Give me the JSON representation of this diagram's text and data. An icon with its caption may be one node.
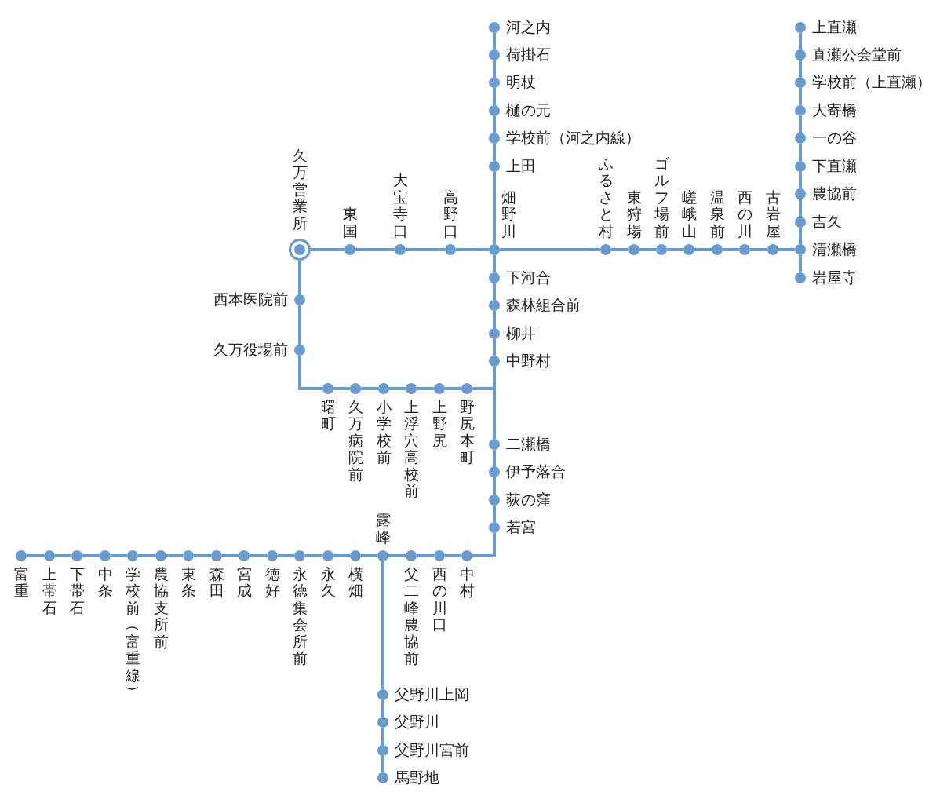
{
  "diagram": {
    "nodes": [
      {
        "text": [
          "河之内"
        ]
      },
      {
        "text": [
          "荷掛石"
        ]
      },
      {
        "text": [
          "明杖"
        ]
      },
      {
        "text": [
          "樋の元"
        ]
      },
      {
        "text": [
          "学校前（河之内線）"
        ]
      },
      {
        "text": [
          "上田"
        ]
      },
      {
        "text": [
          "上直瀬"
        ]
      },
      {
        "text": [
          "直瀬公会堂前"
        ]
      },
      {
        "text": [
          "学校前（上直瀬）"
        ]
      },
      {
        "text": [
          "大寄橋"
        ]
      },
      {
        "text": [
          "一の谷"
        ]
      },
      {
        "text": [
          "下直瀬"
        ]
      },
      {
        "text": [
          "農協前"
        ]
      },
      {
        "text": [
          "吉久"
        ]
      },
      {
        "text": [
          "久万営業所"
        ]
      },
      {
        "text": [
          "東国"
        ]
      },
      {
        "text": [
          "大宝寺口"
        ]
      },
      {
        "text": [
          "高野口"
        ]
      },
      {
        "text": [
          "畑野川"
        ]
      },
      {
        "text": [
          "ふるさと村"
        ]
      },
      {
        "text": [
          "東狩場"
        ]
      },
      {
        "text": [
          "ゴルフ場前"
        ]
      },
      {
        "text": [
          "嵯峨山"
        ]
      },
      {
        "text": [
          "温泉前"
        ]
      },
      {
        "text": [
          "西の川"
        ]
      },
      {
        "text": [
          "古岩屋"
        ]
      },
      {
        "text": [
          "清瀬橋"
        ]
      },
      {
        "text": [
          "岩屋寺"
        ]
      },
      {
        "text": [
          "下河合"
        ]
      },
      {
        "text": [
          "森林組合前"
        ]
      },
      {
        "text": [
          "西本医院前"
        ]
      },
      {
        "text": [
          "柳井"
        ]
      },
      {
        "text": [
          "久万役場前"
        ]
      },
      {
        "text": [
          "中野村"
        ]
      },
      {
        "text": [
          "曙町"
        ]
      },
      {
        "text": [
          "久万病院前"
        ]
      },
      {
        "text": [
          "小学校前"
        ]
      },
      {
        "text": [
          "上浮穴高校前"
        ]
      },
      {
        "text": [
          "上野尻"
        ]
      },
      {
        "text": [
          "野尻本町"
        ]
      },
      {
        "text": [
          "二瀬橋"
        ]
      },
      {
        "text": [
          "伊予落合"
        ]
      },
      {
        "text": [
          "荻の窪"
        ]
      },
      {
        "text": [
          "若宮"
        ]
      },
      {
        "text": [
          "露峰"
        ]
      },
      {
        "text": [
          "富重"
        ]
      },
      {
        "text": [
          "上帯石"
        ]
      },
      {
        "text": [
          "下帯石"
        ]
      },
      {
        "text": [
          "中条"
        ]
      },
      {
        "text": [
          "学校前（富重線）"
        ]
      },
      {
        "text": [
          "農協支所前"
        ]
      },
      {
        "text": [
          "東条"
        ]
      },
      {
        "text": [
          "森田"
        ]
      },
      {
        "text": [
          "宮成"
        ]
      },
      {
        "text": [
          "徳好"
        ]
      },
      {
        "text": [
          "永徳集会所前"
        ]
      },
      {
        "text": [
          "永久"
        ]
      },
      {
        "text": [
          "横畑"
        ]
      },
      {
        "text": [
          "父二峰農協前"
        ]
      },
      {
        "text": [
          "西の川口"
        ]
      },
      {
        "text": [
          "中村"
        ]
      },
      {
        "text": [
          "父野川上岡"
        ]
      },
      {
        "text": [
          "父野川"
        ]
      },
      {
        "text": [
          "父野川宮前"
        ]
      },
      {
        "text": [
          "馬野地"
        ]
      }
    ],
    "edges": [
      {
        "from": 0,
        "to": 1,
        "arrow": "none"
      },
      {
        "from": 1,
        "to": 2,
        "arrow": "none"
      },
      {
        "from": 2,
        "to": 3,
        "arrow": "none"
      },
      {
        "from": 3,
        "to": 4,
        "arrow": "none"
      },
      {
        "from": 4,
        "to": 5,
        "arrow": "none"
      },
      {
        "from": 5,
        "to": 18,
        "arrow": "none"
      },
      {
        "from": 18,
        "to": 28,
        "arrow": "none"
      },
      {
        "from": 28,
        "to": 29,
        "arrow": "none"
      },
      {
        "from": 29,
        "to": 31,
        "arrow": "none"
      },
      {
        "from": 31,
        "to": 33,
        "arrow": "none"
      },
      {
        "from": 33,
        "to": 40,
        "arrow": "none"
      },
      {
        "from": 40,
        "to": 41,
        "arrow": "none"
      },
      {
        "from": 41,
        "to": 42,
        "arrow": "none"
      },
      {
        "from": 42,
        "to": 43,
        "arrow": "none"
      },
      {
        "from": 43,
        "to": 60,
        "arrow": "none"
      },
      {
        "from": 60,
        "to": 59,
        "arrow": "none"
      },
      {
        "from": 59,
        "to": 58,
        "arrow": "none"
      },
      {
        "from": 58,
        "to": 44,
        "arrow": "none"
      },
      {
        "from": 44,
        "to": 57,
        "arrow": "none"
      },
      {
        "from": 57,
        "to": 56,
        "arrow": "none"
      },
      {
        "from": 56,
        "to": 55,
        "arrow": "none"
      },
      {
        "from": 55,
        "to": 54,
        "arrow": "none"
      },
      {
        "from": 54,
        "to": 53,
        "arrow": "none"
      },
      {
        "from": 53,
        "to": 52,
        "arrow": "none"
      },
      {
        "from": 52,
        "to": 51,
        "arrow": "none"
      },
      {
        "from": 51,
        "to": 50,
        "arrow": "none"
      },
      {
        "from": 50,
        "to": 49,
        "arrow": "none"
      },
      {
        "from": 49,
        "to": 48,
        "arrow": "none"
      },
      {
        "from": 48,
        "to": 47,
        "arrow": "none"
      },
      {
        "from": 47,
        "to": 46,
        "arrow": "none"
      },
      {
        "from": 46,
        "to": 45,
        "arrow": "none"
      },
      {
        "from": 44,
        "to": 61,
        "arrow": "none"
      },
      {
        "from": 61,
        "to": 62,
        "arrow": "none"
      },
      {
        "from": 62,
        "to": 63,
        "arrow": "none"
      },
      {
        "from": 63,
        "to": 64,
        "arrow": "none"
      },
      {
        "from": 14,
        "to": 15,
        "arrow": "none"
      },
      {
        "from": 15,
        "to": 16,
        "arrow": "none"
      },
      {
        "from": 16,
        "to": 17,
        "arrow": "none"
      },
      {
        "from": 17,
        "to": 18,
        "arrow": "none"
      },
      {
        "from": 18,
        "to": 19,
        "arrow": "none"
      },
      {
        "from": 19,
        "to": 20,
        "arrow": "none"
      },
      {
        "from": 20,
        "to": 21,
        "arrow": "none"
      },
      {
        "from": 21,
        "to": 22,
        "arrow": "none"
      },
      {
        "from": 22,
        "to": 23,
        "arrow": "none"
      },
      {
        "from": 23,
        "to": 24,
        "arrow": "none"
      },
      {
        "from": 24,
        "to": 25,
        "arrow": "none"
      },
      {
        "from": 25,
        "to": 26,
        "arrow": "none"
      },
      {
        "from": 6,
        "to": 7,
        "arrow": "none"
      },
      {
        "from": 7,
        "to": 8,
        "arrow": "none"
      },
      {
        "from": 8,
        "to": 9,
        "arrow": "none"
      },
      {
        "from": 9,
        "to": 10,
        "arrow": "none"
      },
      {
        "from": 10,
        "to": 11,
        "arrow": "none"
      },
      {
        "from": 11,
        "to": 12,
        "arrow": "none"
      },
      {
        "from": 12,
        "to": 13,
        "arrow": "none"
      },
      {
        "from": 13,
        "to": 26,
        "arrow": "none"
      },
      {
        "from": 26,
        "to": 27,
        "arrow": "none"
      },
      {
        "from": 14,
        "to": 30,
        "arrow": "none"
      },
      {
        "from": 30,
        "to": 32,
        "arrow": "none"
      },
      {
        "from": 32,
        "to": 34,
        "arrow": "none"
      },
      {
        "from": 34,
        "to": 35,
        "arrow": "none"
      },
      {
        "from": 35,
        "to": 36,
        "arrow": "none"
      },
      {
        "from": 36,
        "to": 37,
        "arrow": "none"
      },
      {
        "from": 37,
        "to": 38,
        "arrow": "none"
      },
      {
        "from": 38,
        "to": 39,
        "arrow": "none"
      },
      {
        "from": 39,
        "to": 33,
        "arrow": "none"
      },
      {
        "from": 39,
        "to": 40,
        "arrow": "none"
      }
    ]
  }
}
